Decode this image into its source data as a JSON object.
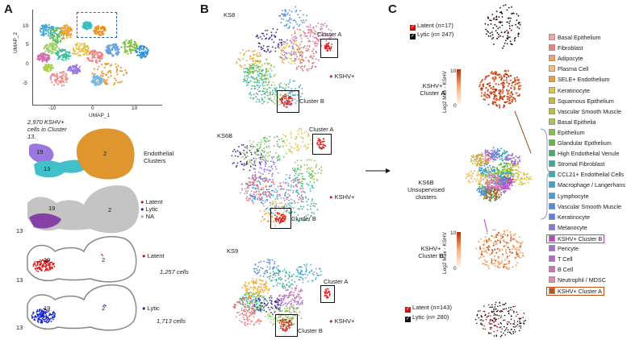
{
  "panels": {
    "a_letter": "A",
    "b_letter": "B",
    "c_letter": "C"
  },
  "panel_a": {
    "umap_y_label": "UMAP_2",
    "umap_x_label": "UMAP_1",
    "y_ticks": [
      "10",
      "5",
      "0",
      "-5"
    ],
    "x_ticks": [
      "-10",
      "0",
      "10"
    ],
    "annotation": "2,970 KSHV+ cells in Cluster 13.",
    "endothelial_label": "Endothelial Clusters",
    "cluster_labels": [
      "19",
      "2",
      "13"
    ],
    "legend_status": [
      {
        "label": "Latent",
        "color": "#cc1111"
      },
      {
        "label": "Lytic",
        "color": "#1122cc"
      },
      {
        "label": "NA",
        "color": "#aaaaaa"
      }
    ],
    "latent_label": "Latent",
    "latent_count": "1,257 cells",
    "lytic_label": "Lytic",
    "lytic_count": "1,713 cells"
  },
  "panel_b": {
    "samples": [
      {
        "name": "KS8",
        "cluster_a": "Cluster A",
        "cluster_b": "Cluster B",
        "kshv": "KSHV+"
      },
      {
        "name": "KS6B",
        "cluster_a": "Cluster A",
        "cluster_b": "Cluster B",
        "kshv": "KSHV+"
      },
      {
        "name": "KS9",
        "cluster_a": "Cluster A",
        "cluster_b": "Cluster B",
        "kshv": "KSHV+"
      }
    ]
  },
  "panel_c": {
    "top_legend": [
      {
        "label": "Latent (n=17)",
        "color": "#cc1111"
      },
      {
        "label": "Lytic (n= 247)",
        "color": "#111111"
      }
    ],
    "bottom_legend": [
      {
        "label": "Latent (n=143)",
        "color": "#cc1111"
      },
      {
        "label": "Lytic (n= 280)",
        "color": "#111111"
      }
    ],
    "cluster_a_label_1": "KSHV+",
    "cluster_a_label_2": "Cluster ",
    "cluster_a_label_bold": "A",
    "cluster_b_label_1": "KSHV+",
    "cluster_b_label_2": "Cluster ",
    "cluster_b_label_bold": "B",
    "colorbar_label": "Log2 Max - KSHV",
    "colorbar_ticks": [
      "10",
      "0"
    ],
    "center_label": "KS6B Unsupervised clusters",
    "cell_types": [
      {
        "label": "Basal Epithelium",
        "color": "#f4a6a6"
      },
      {
        "label": "Fibroblast",
        "color": "#f08080"
      },
      {
        "label": "Adipocyte",
        "color": "#f4a460"
      },
      {
        "label": "Plasma Cell",
        "color": "#f5c26b"
      },
      {
        "label": "SELE+ Endothelium",
        "color": "#f0a030"
      },
      {
        "label": "Keratinocyte",
        "color": "#d9c84a"
      },
      {
        "label": "Squamous Epithelium",
        "color": "#c8b840"
      },
      {
        "label": "Vascular Smooth Muscle",
        "color": "#b8c030"
      },
      {
        "label": "Basal Epithelia",
        "color": "#a8c850"
      },
      {
        "label": "Epithelium",
        "color": "#88c040"
      },
      {
        "label": "Glandular Epithelium",
        "color": "#60b840"
      },
      {
        "label": "High Endothelial Venule",
        "color": "#40b060"
      },
      {
        "label": "Stromal Fibroblast",
        "color": "#30b090"
      },
      {
        "label": "CCL21+ Endothelial Cells",
        "color": "#30b0b0"
      },
      {
        "label": "Macrophage / Langerhans",
        "color": "#30a8c8"
      },
      {
        "label": "Lymphocyte",
        "color": "#40a0d8"
      },
      {
        "label": "Vascular Smooth Muscle",
        "color": "#5090e0"
      },
      {
        "label": "Keratinocyte",
        "color": "#6080e8"
      },
      {
        "label": "Melanocyte",
        "color": "#8878e0"
      },
      {
        "label": "KSHV+ Cluster B",
        "color": "#c040c0"
      },
      {
        "label": "Pericyte",
        "color": "#a070d8"
      },
      {
        "label": "T Cell",
        "color": "#b868c8"
      },
      {
        "label": "B Cell",
        "color": "#d070b0"
      },
      {
        "label": "Neutrophil / MDSC",
        "color": "#e088a8"
      },
      {
        "label": "KSHV+ Cluster A",
        "color": "#c05010"
      }
    ]
  }
}
